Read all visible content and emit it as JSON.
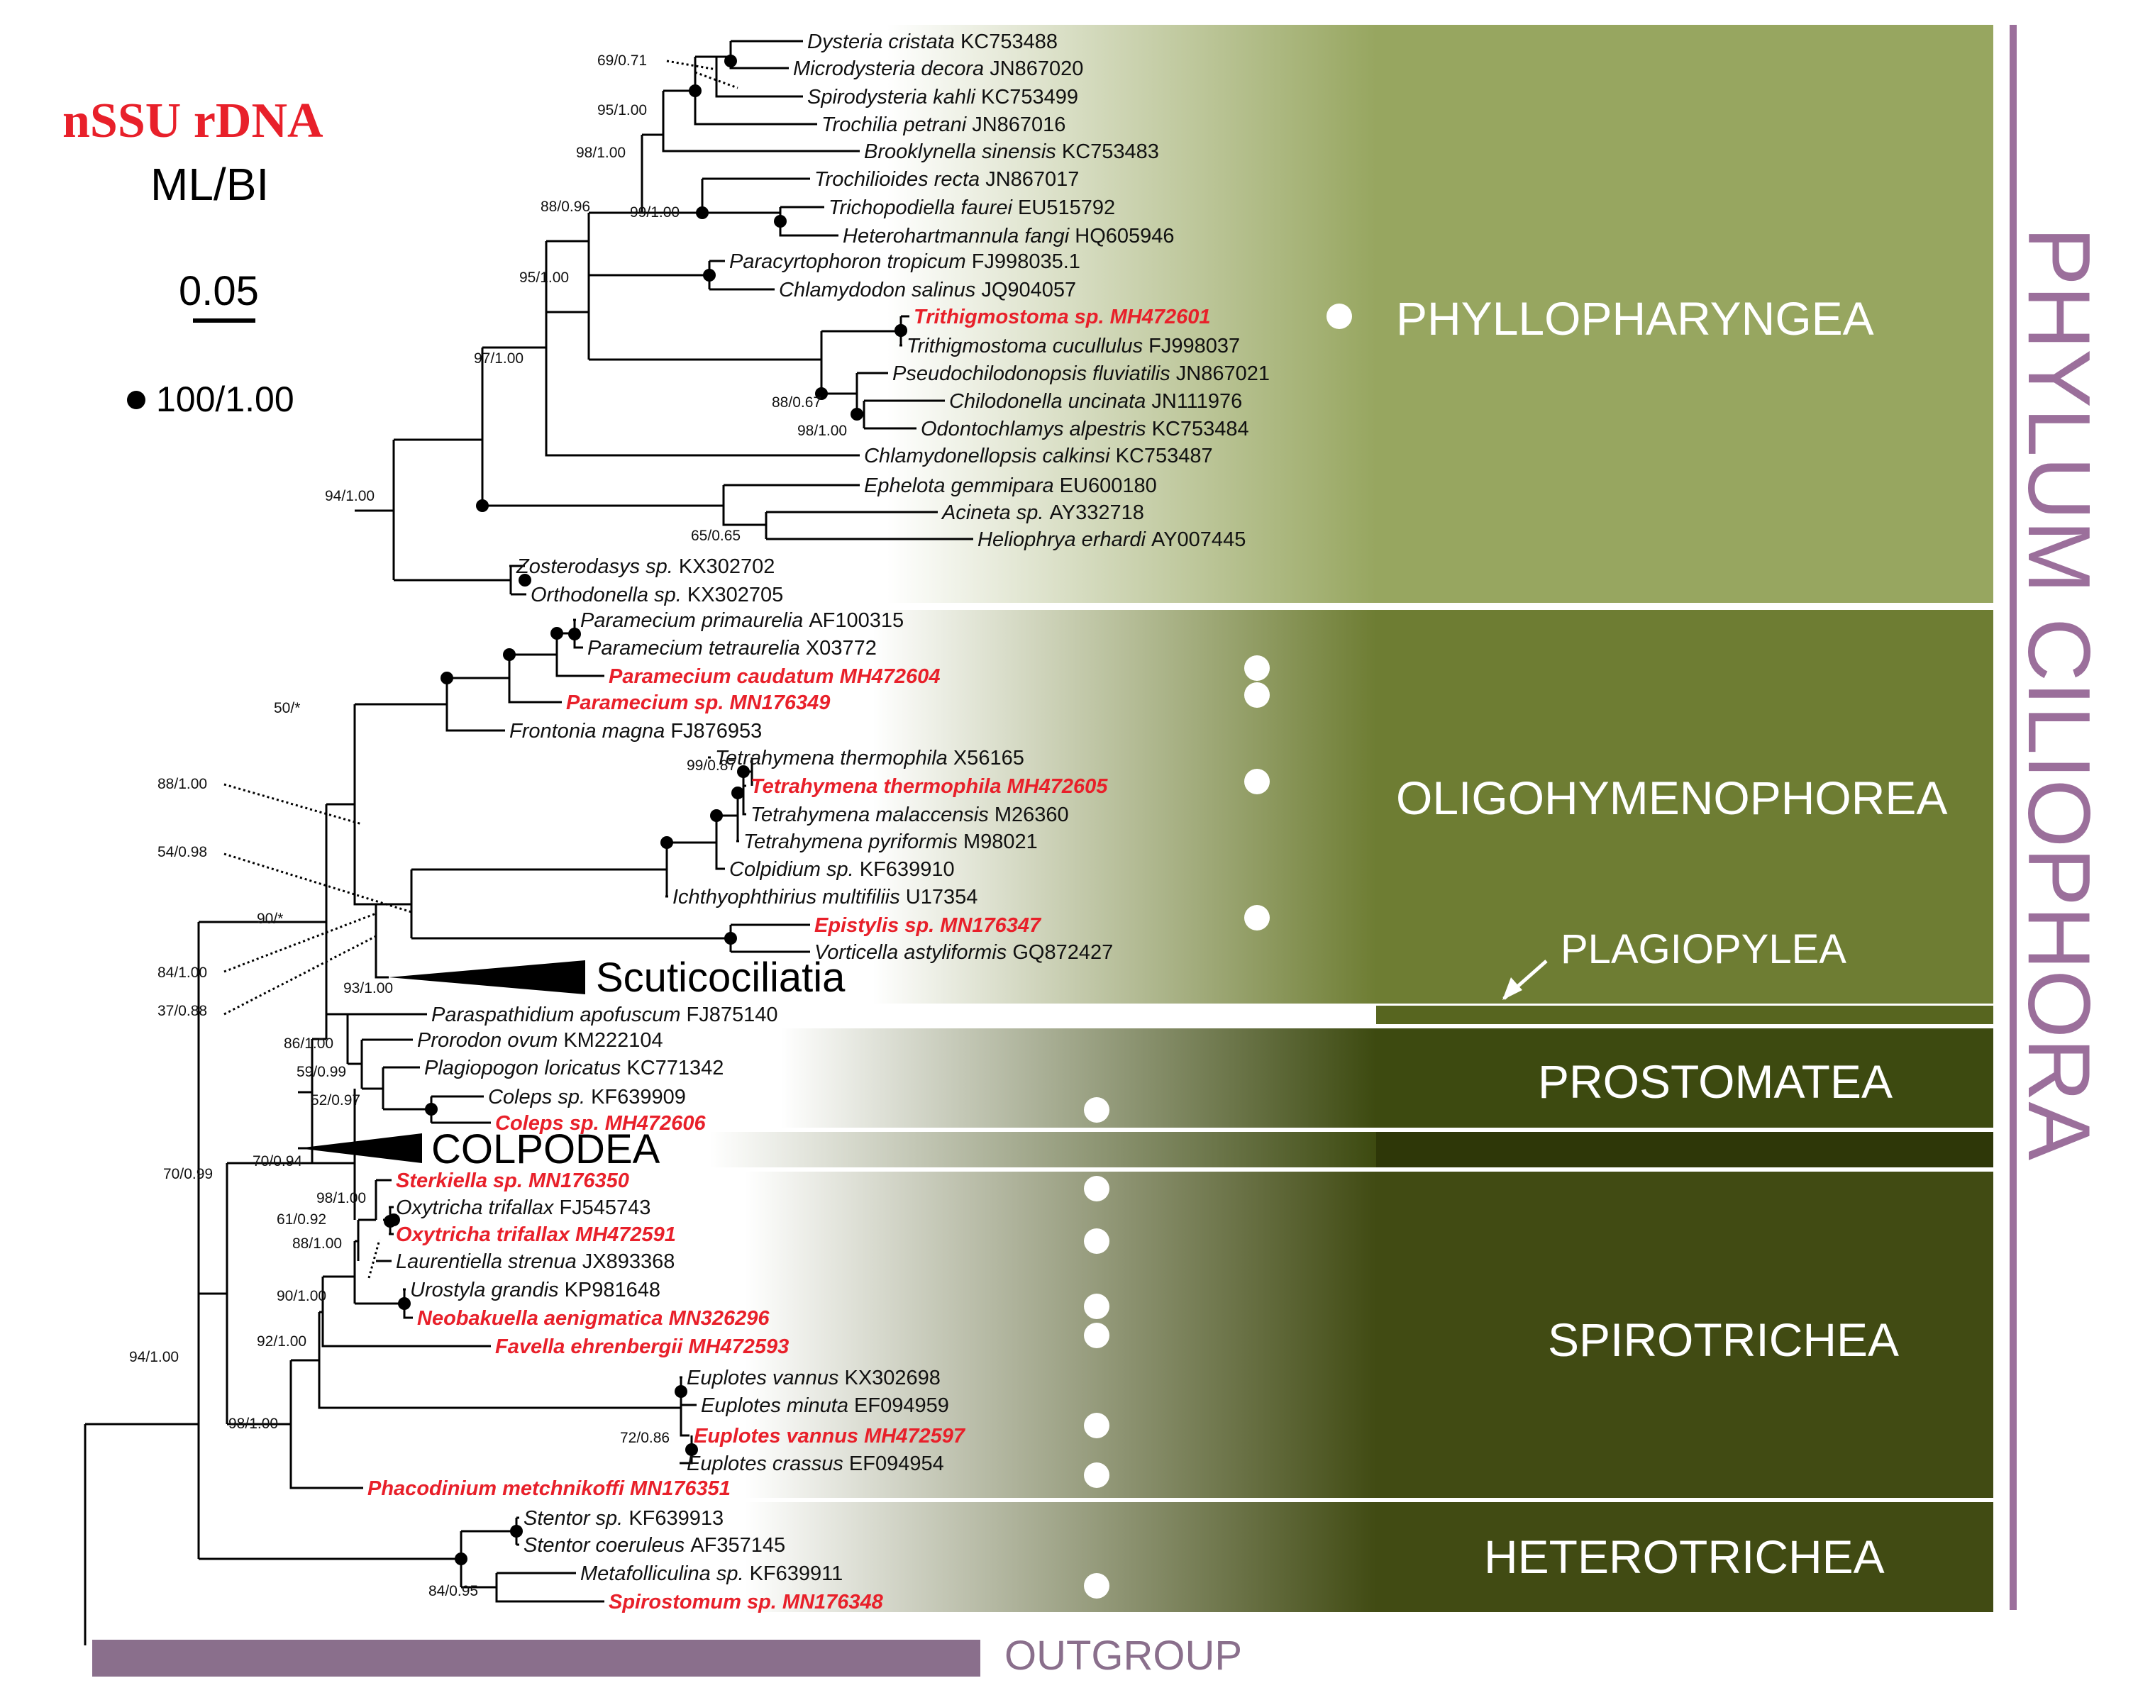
{
  "title": "nSSU rDNA",
  "subtitle": "ML/BI",
  "scale_label": "0.05",
  "legend_label": "100/1.00",
  "phylum_label": "PHYLUM CILIOPHORA",
  "outgroup_label": "OUTGROUP",
  "big_labels": {
    "scuticociliatia": "Scuticociliatia",
    "colpodea": "COLPODEA"
  },
  "clades": {
    "phyllopharyngea": "PHYLLOPHARYNGEA",
    "oligohymenophorea": "OLIGOHYMENOPHOREA",
    "plagiopylea": "PLAGIOPYLEA",
    "prostomatea": "PROSTOMATEA",
    "spirotrichea": "SPIROTRICHEA",
    "heterotrichea": "HETEROTRICHEA"
  },
  "colors": {
    "phyllopharyngea": "#97a660",
    "oligohymenophorea": "#6e7d33",
    "plagiopylea": "#57651f",
    "prostomatea": "#3d4a10",
    "colpodea": "#2e3708",
    "spirotrichea": "#414b13",
    "heterotrichea": "#414b13",
    "highlight": "#e8202a",
    "phylum": "#9b6f9b"
  },
  "taxa": [
    {
      "name": "Dysteria cristata",
      "acc": "KC753488"
    },
    {
      "name": "Microdysteria decora",
      "acc": "JN867020"
    },
    {
      "name": "Spirodysteria kahli",
      "acc": "KC753499"
    },
    {
      "name": "Trochilia petrani",
      "acc": "JN867016"
    },
    {
      "name": "Brooklynella sinensis",
      "acc": "KC753483"
    },
    {
      "name": "Trochilioides recta",
      "acc": "JN867017"
    },
    {
      "name": "Trichopodiella faurei",
      "acc": "EU515792"
    },
    {
      "name": "Heterohartmannula fangi",
      "acc": "HQ605946"
    },
    {
      "name": "Paracyrtophoron tropicum",
      "acc": "FJ998035.1"
    },
    {
      "name": "Chlamydodon salinus",
      "acc": "JQ904057"
    },
    {
      "name": "Trithigmostoma sp. MH472601",
      "acc": ""
    },
    {
      "name": "Trithigmostoma cucullulus",
      "acc": "FJ998037"
    },
    {
      "name": "Pseudochilodonopsis fluviatilis",
      "acc": "JN867021"
    },
    {
      "name": "Chilodonella uncinata",
      "acc": "JN111976"
    },
    {
      "name": "Odontochlamys alpestris",
      "acc": "KC753484"
    },
    {
      "name": "Chlamydonellopsis calkinsi",
      "acc": "KC753487"
    },
    {
      "name": "Ephelota gemmipara",
      "acc": "EU600180"
    },
    {
      "name": "Acineta sp.",
      "acc": "AY332718"
    },
    {
      "name": "Heliophrya erhardi",
      "acc": "AY007445"
    },
    {
      "name": "Zosterodasys sp.",
      "acc": "KX302702"
    },
    {
      "name": "Orthodonella sp.",
      "acc": "KX302705"
    },
    {
      "name": "Paramecium primaurelia",
      "acc": "AF100315"
    },
    {
      "name": "Paramecium tetraurelia",
      "acc": "X03772"
    },
    {
      "name": "Paramecium caudatum MH472604",
      "acc": ""
    },
    {
      "name": "Paramecium sp. MN176349",
      "acc": ""
    },
    {
      "name": "Frontonia magna",
      "acc": "FJ876953"
    },
    {
      "name": "Tetrahymena thermophila",
      "acc": "X56165"
    },
    {
      "name": "Tetrahymena thermophila MH472605",
      "acc": ""
    },
    {
      "name": "Tetrahymena malaccensis",
      "acc": "M26360"
    },
    {
      "name": "Tetrahymena pyriformis",
      "acc": "M98021"
    },
    {
      "name": "Colpidium sp.",
      "acc": "KF639910"
    },
    {
      "name": "Ichthyophthirius multifiliis",
      "acc": "U17354"
    },
    {
      "name": "Epistylis sp. MN176347",
      "acc": ""
    },
    {
      "name": "Vorticella astyliformis",
      "acc": "GQ872427"
    },
    {
      "name": "Paraspathidium apofuscum",
      "acc": "FJ875140"
    },
    {
      "name": "Prorodon ovum",
      "acc": "KM222104"
    },
    {
      "name": "Plagiopogon loricatus",
      "acc": "KC771342"
    },
    {
      "name": "Coleps sp.",
      "acc": "KF639909"
    },
    {
      "name": "Coleps sp. MH472606",
      "acc": ""
    },
    {
      "name": "Sterkiella sp. MN176350",
      "acc": ""
    },
    {
      "name": "Oxytricha trifallax",
      "acc": "FJ545743"
    },
    {
      "name": "Oxytricha trifallax MH472591",
      "acc": ""
    },
    {
      "name": "Laurentiella strenua",
      "acc": "JX893368"
    },
    {
      "name": "Urostyla grandis",
      "acc": "KP981648"
    },
    {
      "name": "Neobakuella aenigmatica MN326296",
      "acc": ""
    },
    {
      "name": "Favella ehrenbergii MH472593",
      "acc": ""
    },
    {
      "name": "Euplotes vannus",
      "acc": "KX302698"
    },
    {
      "name": "Euplotes minuta",
      "acc": "EF094959"
    },
    {
      "name": "Euplotes vannus MH472597",
      "acc": ""
    },
    {
      "name": "Euplotes crassus",
      "acc": "EF094954"
    },
    {
      "name": "Phacodinium metchnikoffi MN176351",
      "acc": ""
    },
    {
      "name": "Stentor sp.",
      "acc": "KF639913"
    },
    {
      "name": "Stentor coeruleus",
      "acc": "AF357145"
    },
    {
      "name": "Metafolliculina sp.",
      "acc": "KF639911"
    },
    {
      "name": "Spirostomum sp. MN176348",
      "acc": ""
    }
  ],
  "support": [
    "69/0.71",
    "95/1.00",
    "98/1.00",
    "88/0.96",
    "99/1.00",
    "95/1.00",
    "97/1.00",
    "88/0.67",
    "98/1.00",
    "94/1.00",
    "65/0.65",
    "50/*",
    "88/1.00",
    "99/0.87",
    "54/0.98",
    "90/*",
    "84/1.00",
    "93/1.00",
    "37/0.88",
    "86/1.00",
    "59/0.99",
    "52/0.97",
    "70/0.94",
    "70/0.99",
    "98/1.00",
    "61/0.92",
    "88/1.00",
    "90/1.00",
    "92/1.00",
    "94/1.00",
    "72/0.86",
    "98/1.00",
    "84/0.95"
  ]
}
